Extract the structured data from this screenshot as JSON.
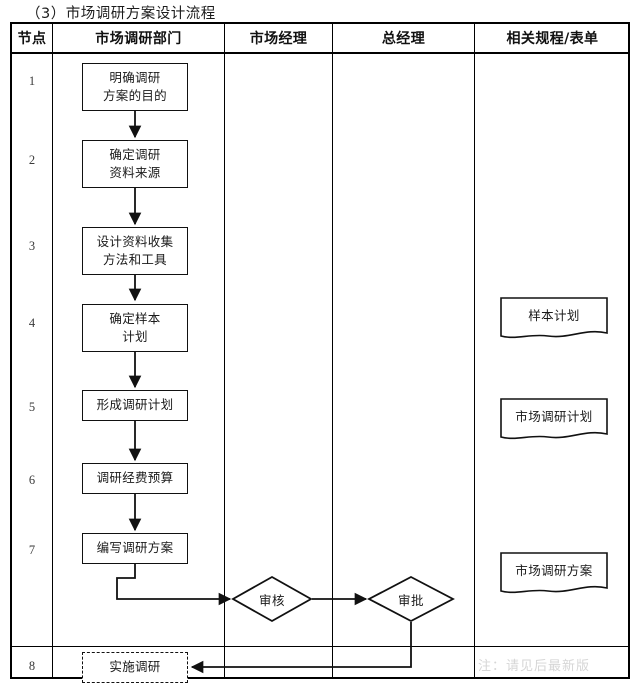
{
  "title": "（3）市场调研方案设计流程",
  "table": {
    "headers": [
      {
        "key": "node",
        "label": "节点"
      },
      {
        "key": "dept",
        "label": "市场调研部门"
      },
      {
        "key": "mgr",
        "label": "市场经理"
      },
      {
        "key": "gm",
        "label": "总经理"
      },
      {
        "key": "docs",
        "label": "相关规程/表单"
      }
    ],
    "node_numbers": [
      "1",
      "2",
      "3",
      "4",
      "5",
      "6",
      "7",
      "8"
    ]
  },
  "flow": {
    "steps": [
      {
        "id": "s1",
        "lines": [
          "明确调研",
          "方案的目的"
        ],
        "shape": "process",
        "column": "dept",
        "node": "1"
      },
      {
        "id": "s2",
        "lines": [
          "确定调研",
          "资料来源"
        ],
        "shape": "process",
        "column": "dept",
        "node": "2"
      },
      {
        "id": "s3",
        "lines": [
          "设计资料收集",
          "方法和工具"
        ],
        "shape": "process",
        "column": "dept",
        "node": "3"
      },
      {
        "id": "s4",
        "lines": [
          "确定样本",
          "计划"
        ],
        "shape": "process",
        "column": "dept",
        "node": "4"
      },
      {
        "id": "s5",
        "lines": [
          "形成调研计划"
        ],
        "shape": "process",
        "column": "dept",
        "node": "5"
      },
      {
        "id": "s6",
        "lines": [
          "调研经费预算"
        ],
        "shape": "process",
        "column": "dept",
        "node": "6"
      },
      {
        "id": "s7",
        "lines": [
          "编写调研方案"
        ],
        "shape": "process",
        "column": "dept",
        "node": "7"
      },
      {
        "id": "s8",
        "lines": [
          "实施调研"
        ],
        "shape": "process-dashed",
        "column": "dept",
        "node": "8"
      }
    ],
    "decisions": [
      {
        "id": "d1",
        "label": "审核",
        "column": "mgr"
      },
      {
        "id": "d2",
        "label": "审批",
        "column": "gm"
      }
    ],
    "documents": [
      {
        "id": "doc1",
        "label": "样本计划",
        "column": "docs",
        "node": "4"
      },
      {
        "id": "doc2",
        "label": "市场调研计划",
        "column": "docs",
        "node": "5"
      },
      {
        "id": "doc3",
        "label": "市场调研方案",
        "column": "docs",
        "node": "7"
      }
    ]
  },
  "watermark": "注：请见后最新版",
  "colors": {
    "line": "#111111",
    "text": "#1a1a1a",
    "background": "#ffffff",
    "watermark": "#cfcfcf"
  }
}
